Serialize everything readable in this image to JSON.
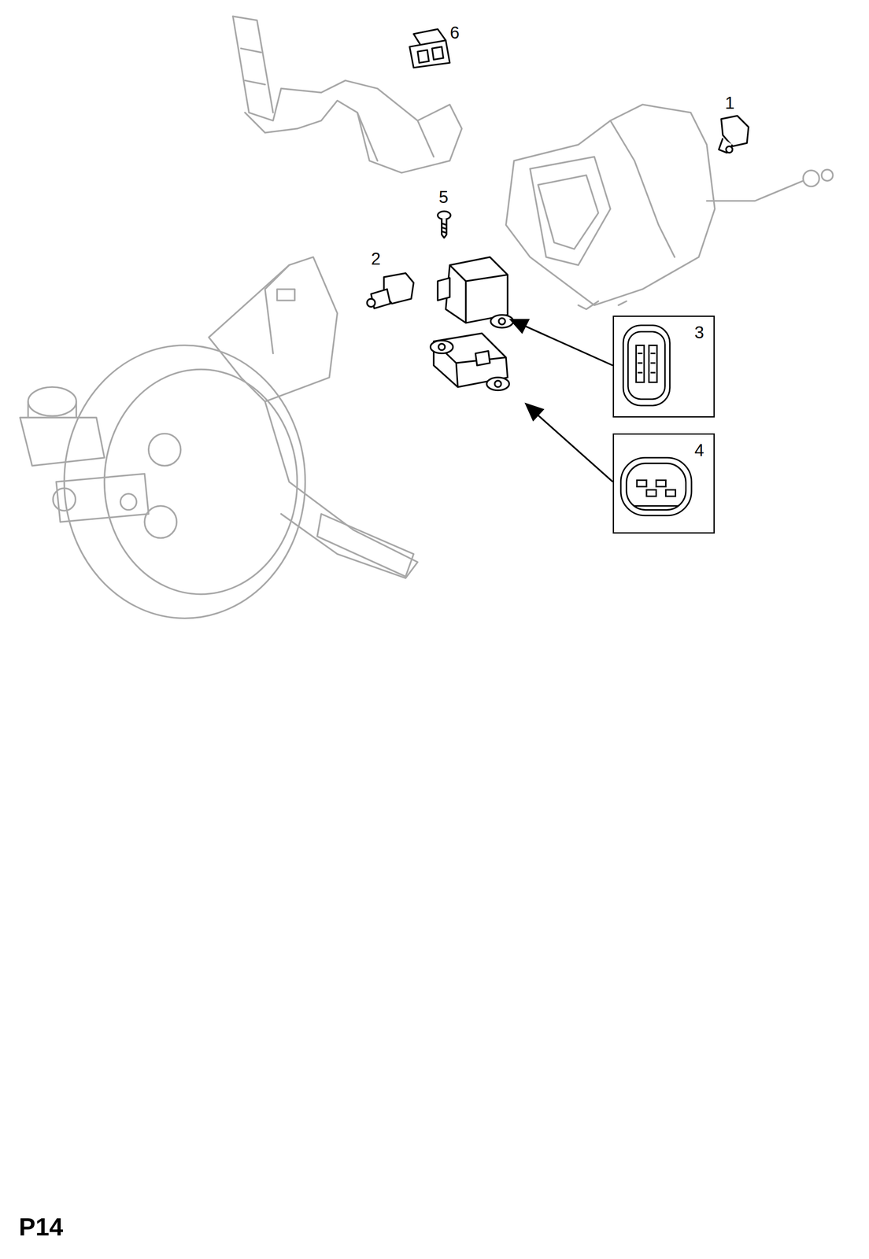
{
  "diagram": {
    "nodes": [
      {
        "text": [
          "3"
        ]
      },
      {
        "text": [
          "4"
        ]
      }
    ],
    "labels": [
      "6",
      "1",
      "5",
      "2",
      "P14"
    ]
  }
}
